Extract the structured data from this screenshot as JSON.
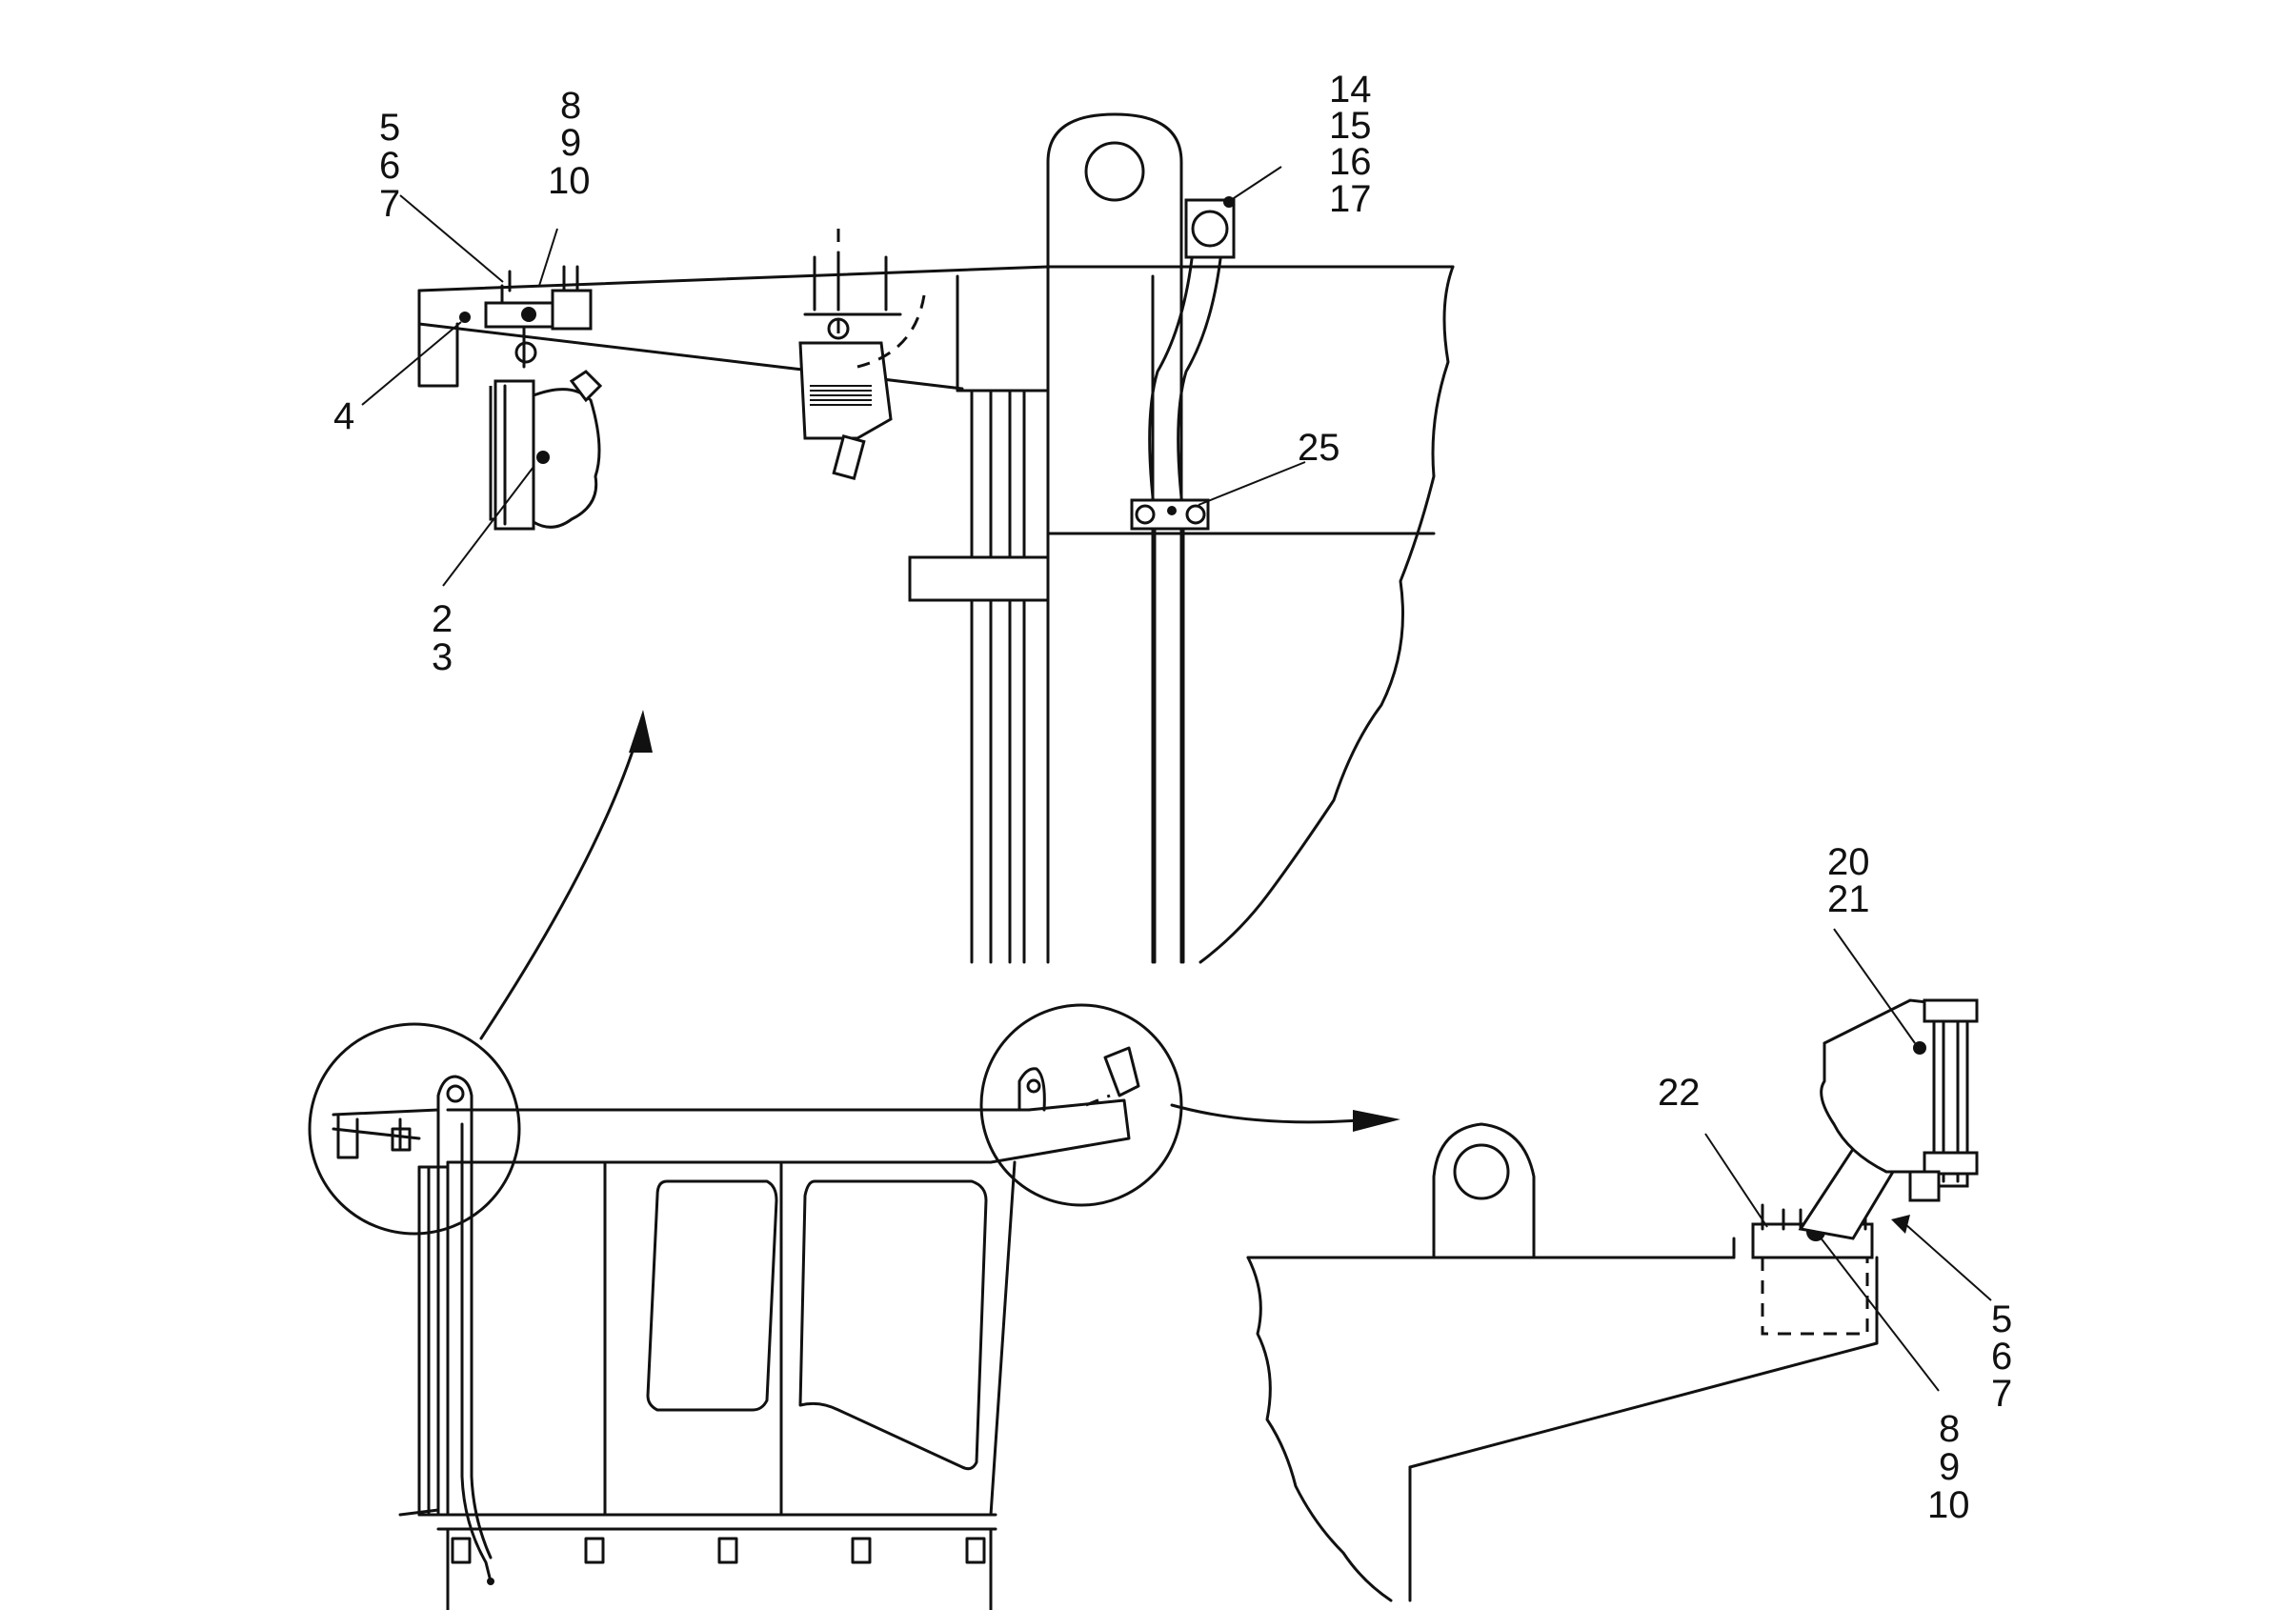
{
  "callouts": {
    "upper_left_5_6_7": [
      "5",
      "6",
      "7"
    ],
    "upper_8_9_10": [
      "8",
      "9",
      "10"
    ],
    "upper_4": "4",
    "upper_2_3": [
      "2",
      "3"
    ],
    "upper_14_15_16_17": [
      "14",
      "15",
      "16",
      "17"
    ],
    "upper_25": "25",
    "right_20_21": [
      "20",
      "21"
    ],
    "right_22": "22",
    "right_5_6_7": [
      "5",
      "6",
      "7"
    ],
    "right_8_9_10": [
      "8",
      "9",
      "10"
    ]
  },
  "colors": {
    "ink": "#111111",
    "paper": "#ffffff"
  }
}
